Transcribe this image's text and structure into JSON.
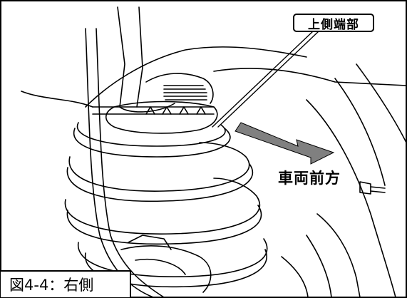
{
  "labels": {
    "upper_end": "上側端部",
    "vehicle_front": "車両前方",
    "figure_caption": "図4-4：右側"
  },
  "colors": {
    "line": "#000000",
    "background": "#ffffff",
    "arrow_fill": "#808080"
  }
}
